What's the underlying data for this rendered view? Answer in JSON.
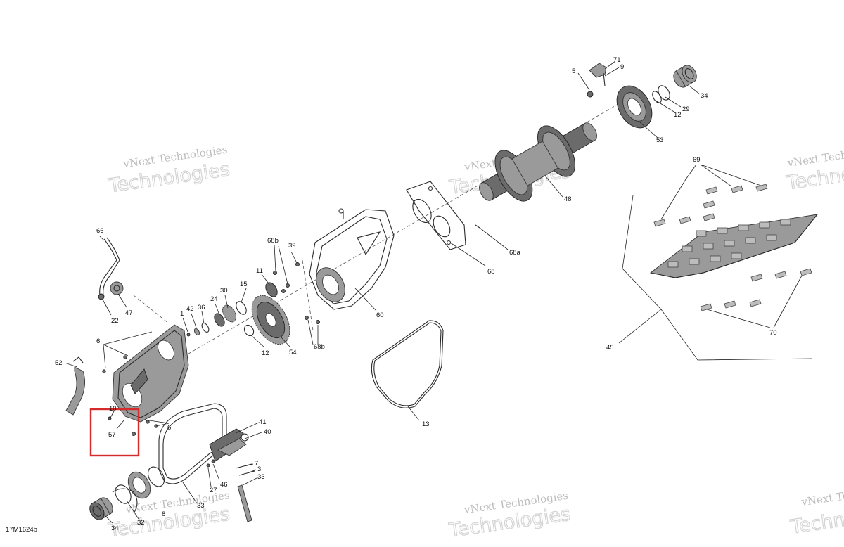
{
  "drawing_code": "17M1624b",
  "watermark": {
    "line1": "vNext Technologies",
    "line2": "Technologies"
  },
  "highlight_color": "#d62b2b",
  "callouts": {
    "c71": "71",
    "c9": "9",
    "c5": "5",
    "c34a": "34",
    "c29": "29",
    "c12a": "12",
    "c53": "53",
    "c48": "48",
    "c69": "69",
    "c68a": "68a",
    "c68": "68",
    "c45": "45",
    "c70": "70",
    "c66": "66",
    "c47": "47",
    "c22": "22",
    "c68b1": "68b",
    "c39": "39",
    "c11": "11",
    "c15": "15",
    "c30": "30",
    "c24": "24",
    "c36": "36",
    "c42": "42",
    "c1": "1",
    "c60": "60",
    "c12b": "12",
    "c54": "54",
    "c68b2": "68b",
    "c6a": "6",
    "c52": "52",
    "c10": "10",
    "c57": "57",
    "c6b": "6",
    "c13": "13",
    "c41": "41",
    "c40": "40",
    "c7": "7",
    "c3": "3",
    "c46": "46",
    "c27": "27",
    "c33b": "33",
    "c33a": "33",
    "c8": "8",
    "c32": "32",
    "c34b": "34"
  }
}
